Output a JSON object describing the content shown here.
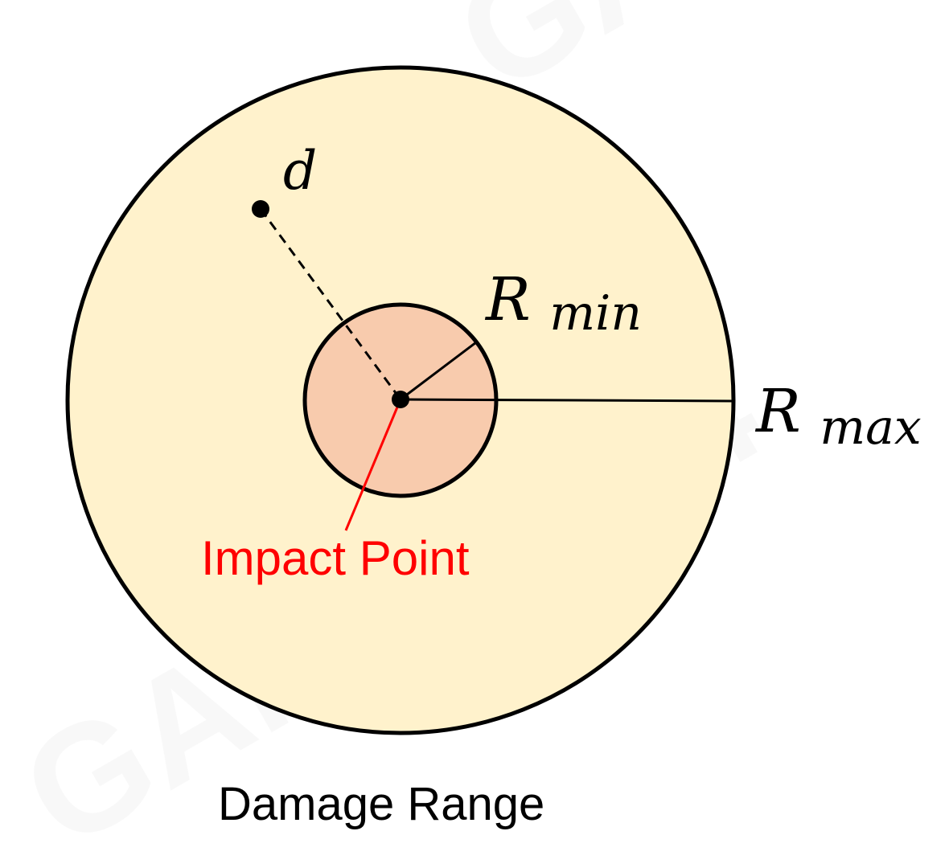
{
  "labels": {
    "point": "d",
    "rmin_base": "R",
    "rmin_sub": "min",
    "rmax_base": "R",
    "rmax_sub": "max",
    "impact_point": "Impact Point",
    "caption": "Damage Range"
  },
  "colors": {
    "outer_fill": "#FFF2CC",
    "inner_fill": "#F8CBAD",
    "stroke": "#000000",
    "impact_line": "#FF0000",
    "impact_text": "#FF0000",
    "text": "#000000",
    "watermark": "#F2F2F2"
  },
  "watermark": {
    "text": "GAMES104"
  }
}
